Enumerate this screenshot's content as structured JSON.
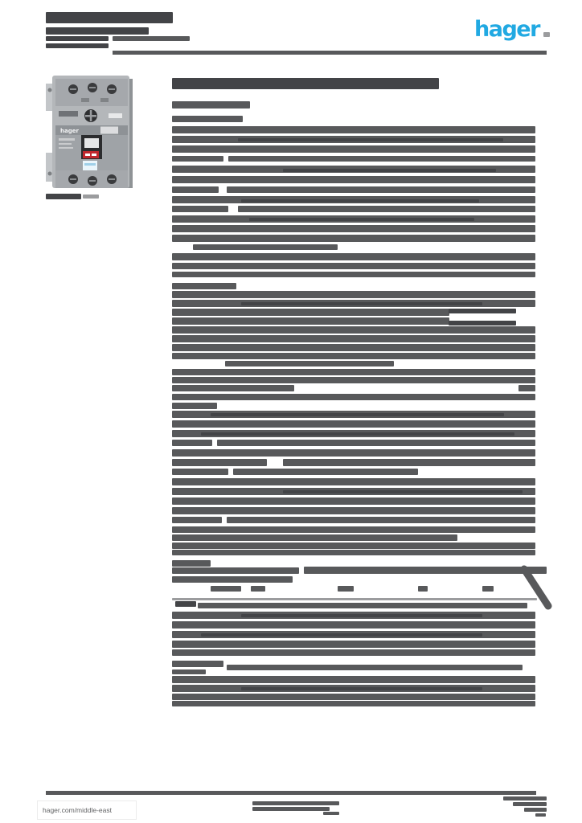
{
  "meta": {
    "colors": {
      "g": "#58595b",
      "d": "#434447",
      "l": "#9b9c9e",
      "accent": "#21a9e2",
      "page_bg": "#ffffff"
    }
  },
  "header": {
    "logo": {
      "text": "hager",
      "color": "#21a9e2"
    }
  },
  "product": {
    "brand": "hager"
  },
  "footer": {
    "url": "hager.com/middle-east"
  },
  "redacted_lines": [
    [
      57,
      15,
      158,
      14,
      "d"
    ],
    [
      57,
      34,
      128,
      9,
      "d"
    ],
    [
      57,
      45,
      78,
      6,
      "d"
    ],
    [
      140,
      45,
      96,
      6,
      "g"
    ],
    [
      57,
      54,
      78,
      6,
      "d"
    ],
    [
      676,
      40,
      8,
      6,
      "l"
    ],
    [
      57,
      241,
      44,
      7,
      "d"
    ],
    [
      103,
      242,
      20,
      5,
      "l"
    ],
    [
      214,
      97,
      332,
      14,
      "d"
    ],
    [
      214,
      126,
      97,
      9,
      "g"
    ],
    [
      214,
      144,
      88,
      8,
      "g"
    ],
    [
      214,
      157,
      452,
      9,
      "g"
    ],
    [
      214,
      169,
      452,
      9,
      "g"
    ],
    [
      296,
      172,
      330,
      4,
      "d"
    ],
    [
      214,
      181,
      452,
      9,
      "g"
    ],
    [
      214,
      194,
      64,
      7,
      "g"
    ],
    [
      284,
      194,
      382,
      7,
      "g"
    ],
    [
      214,
      206,
      452,
      9,
      "g"
    ],
    [
      352,
      210,
      265,
      4,
      "d"
    ],
    [
      214,
      219,
      452,
      9,
      "g"
    ],
    [
      214,
      232,
      58,
      8,
      "g"
    ],
    [
      282,
      232,
      384,
      8,
      "g"
    ],
    [
      214,
      244,
      452,
      9,
      "g"
    ],
    [
      300,
      248,
      296,
      4,
      "d"
    ],
    [
      214,
      256,
      70,
      8,
      "g"
    ],
    [
      296,
      256,
      370,
      8,
      "g"
    ],
    [
      214,
      268,
      452,
      9,
      "g"
    ],
    [
      310,
      271,
      280,
      4,
      "d"
    ],
    [
      214,
      280,
      452,
      9,
      "g"
    ],
    [
      214,
      292,
      452,
      9,
      "g"
    ],
    [
      240,
      304,
      180,
      7,
      "g"
    ],
    [
      214,
      315,
      452,
      9,
      "g"
    ],
    [
      214,
      327,
      452,
      8,
      "g"
    ],
    [
      214,
      338,
      452,
      7,
      "g"
    ],
    [
      214,
      352,
      80,
      8,
      "g"
    ],
    [
      214,
      362,
      452,
      9,
      "g"
    ],
    [
      214,
      373,
      452,
      9,
      "g"
    ],
    [
      300,
      376,
      300,
      4,
      "d"
    ],
    [
      214,
      384,
      345,
      9,
      "g"
    ],
    [
      558,
      384,
      84,
      6,
      "d"
    ],
    [
      214,
      395,
      345,
      9,
      "g"
    ],
    [
      558,
      399,
      84,
      6,
      "d"
    ],
    [
      214,
      406,
      452,
      9,
      "g"
    ],
    [
      214,
      417,
      452,
      9,
      "g"
    ],
    [
      214,
      428,
      452,
      9,
      "g"
    ],
    [
      214,
      439,
      452,
      8,
      "g"
    ],
    [
      280,
      449,
      210,
      7,
      "g"
    ],
    [
      214,
      459,
      452,
      8,
      "g"
    ],
    [
      214,
      469,
      452,
      8,
      "g"
    ],
    [
      214,
      479,
      152,
      8,
      "g"
    ],
    [
      645,
      479,
      21,
      8,
      "g"
    ],
    [
      214,
      490,
      452,
      8,
      "g"
    ],
    [
      214,
      501,
      56,
      8,
      "g"
    ],
    [
      214,
      511,
      452,
      9,
      "g"
    ],
    [
      262,
      514,
      365,
      4,
      "d"
    ],
    [
      214,
      523,
      452,
      9,
      "g"
    ],
    [
      214,
      535,
      452,
      9,
      "g"
    ],
    [
      250,
      538,
      390,
      4,
      "d"
    ],
    [
      214,
      547,
      50,
      8,
      "g"
    ],
    [
      270,
      547,
      396,
      8,
      "g"
    ],
    [
      214,
      559,
      452,
      9,
      "g"
    ],
    [
      214,
      571,
      118,
      9,
      "g"
    ],
    [
      352,
      571,
      314,
      9,
      "g"
    ],
    [
      214,
      583,
      70,
      8,
      "g"
    ],
    [
      290,
      583,
      230,
      8,
      "g"
    ],
    [
      214,
      595,
      452,
      9,
      "g"
    ],
    [
      214,
      607,
      452,
      9,
      "g"
    ],
    [
      352,
      610,
      298,
      4,
      "d"
    ],
    [
      214,
      619,
      452,
      9,
      "g"
    ],
    [
      214,
      631,
      452,
      9,
      "g"
    ],
    [
      214,
      643,
      62,
      8,
      "g"
    ],
    [
      282,
      643,
      384,
      8,
      "g"
    ],
    [
      214,
      655,
      452,
      8,
      "g"
    ],
    [
      214,
      665,
      355,
      8,
      "g"
    ],
    [
      214,
      675,
      452,
      8,
      "g"
    ],
    [
      214,
      684,
      452,
      7,
      "g"
    ],
    [
      214,
      697,
      48,
      8,
      "g"
    ],
    [
      214,
      706,
      158,
      8,
      "g"
    ],
    [
      378,
      705,
      302,
      9,
      "g"
    ],
    [
      214,
      717,
      150,
      8,
      "g"
    ],
    [
      262,
      729,
      38,
      7,
      "g"
    ],
    [
      312,
      729,
      18,
      7,
      "g"
    ],
    [
      420,
      729,
      20,
      7,
      "g"
    ],
    [
      520,
      729,
      12,
      7,
      "g"
    ],
    [
      600,
      729,
      14,
      7,
      "g"
    ],
    [
      214,
      744,
      454,
      3,
      "l"
    ],
    [
      218,
      748,
      26,
      7,
      "d"
    ],
    [
      246,
      750,
      410,
      7,
      "g"
    ],
    [
      214,
      761,
      452,
      9,
      "g"
    ],
    [
      300,
      764,
      300,
      4,
      "d"
    ],
    [
      214,
      773,
      452,
      9,
      "g"
    ],
    [
      214,
      785,
      452,
      9,
      "g"
    ],
    [
      250,
      788,
      350,
      4,
      "d"
    ],
    [
      214,
      797,
      452,
      9,
      "g"
    ],
    [
      214,
      808,
      452,
      8,
      "g"
    ],
    [
      214,
      822,
      64,
      8,
      "g"
    ],
    [
      282,
      827,
      368,
      7,
      "g"
    ],
    [
      214,
      833,
      42,
      6,
      "g"
    ],
    [
      214,
      841,
      452,
      9,
      "g"
    ],
    [
      214,
      852,
      452,
      9,
      "g"
    ],
    [
      300,
      855,
      300,
      4,
      "d"
    ],
    [
      214,
      863,
      452,
      8,
      "g"
    ],
    [
      214,
      872,
      452,
      7,
      "g"
    ],
    [
      314,
      997,
      108,
      5,
      "g"
    ],
    [
      314,
      1004,
      96,
      5,
      "g"
    ],
    [
      402,
      1010,
      20,
      4,
      "g"
    ],
    [
      626,
      991,
      54,
      5,
      "g"
    ],
    [
      638,
      998,
      42,
      5,
      "g"
    ],
    [
      652,
      1005,
      28,
      5,
      "g"
    ],
    [
      666,
      1012,
      13,
      4,
      "g"
    ]
  ]
}
